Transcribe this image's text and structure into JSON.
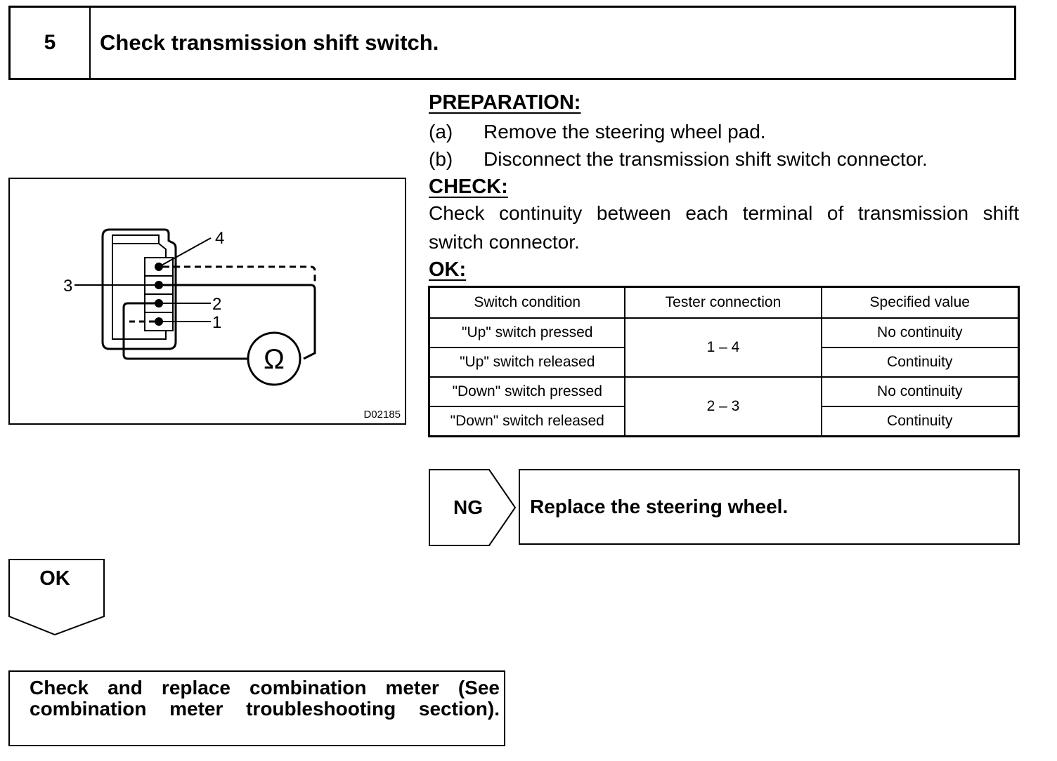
{
  "step": {
    "number": "5",
    "title": "Check transmission shift switch."
  },
  "preparation": {
    "heading": "PREPARATION:",
    "items": [
      {
        "tag": "(a)",
        "text": "Remove the steering wheel pad."
      },
      {
        "tag": "(b)",
        "text": "Disconnect the transmission shift switch connector."
      }
    ]
  },
  "check": {
    "heading": "CHECK:",
    "text_line1": "Check continuity between each terminal of transmission shift",
    "text_line2": "switch connector."
  },
  "ok": {
    "heading": "OK:"
  },
  "spec_table": {
    "headers": [
      "Switch condition",
      "Tester connection",
      "Specified value"
    ],
    "rows": [
      {
        "condition": "\"Up\" switch pressed",
        "connection": "1 – 4",
        "value": "No continuity"
      },
      {
        "condition": "\"Up\" switch released",
        "connection": "1 – 4",
        "value": "Continuity"
      },
      {
        "condition": "\"Down\" switch pressed",
        "connection": "2 – 3",
        "value": "No continuity"
      },
      {
        "condition": "\"Down\" switch released",
        "connection": "2 – 3",
        "value": "Continuity"
      }
    ]
  },
  "diagram": {
    "terminal_labels": [
      "1",
      "2",
      "3",
      "4"
    ],
    "meter_symbol": "Ω",
    "figure_code": "D02185"
  },
  "ng_result": {
    "label": "NG",
    "action": "Replace the steering wheel."
  },
  "ok_result": {
    "label": "OK",
    "action_line1": "Check and replace combination meter (See",
    "action_line2": "combination meter troubleshooting section)."
  }
}
